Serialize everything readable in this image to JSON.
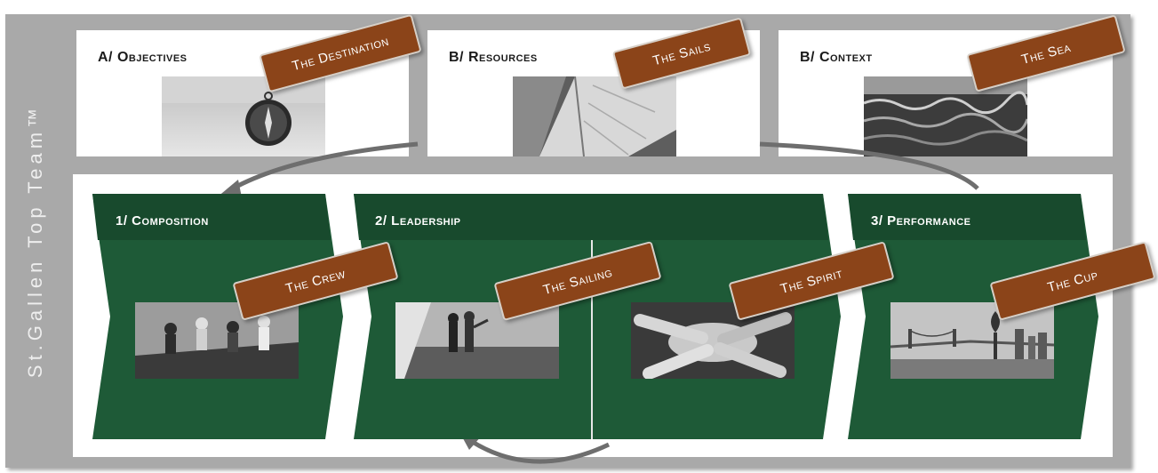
{
  "frame": {
    "vertical_title": "St.Gallen Top Team™"
  },
  "top": [
    {
      "label": "A/ Objectives",
      "tag": "The Destination"
    },
    {
      "label": "B/ Resources",
      "tag": "The Sails"
    },
    {
      "label": "B/ Context",
      "tag": "The Sea"
    }
  ],
  "stages": [
    {
      "label": "1/ Composition",
      "tag": "The Crew"
    },
    {
      "label": "2/ Leadership",
      "tag": "The Sailing"
    },
    {
      "label": "",
      "tag": "The Spirit"
    },
    {
      "label": "3/ Performance",
      "tag": "The Cup"
    }
  ],
  "colors": {
    "green": "#1e5a37",
    "dark_green": "#184a2d",
    "tag_brown": "#8b4419",
    "frame_gray": "#a9a9a9"
  },
  "icons": [
    "compass-photo",
    "sail-photo",
    "sea-photo",
    "crew-photo",
    "sailing-photo",
    "hands-photo",
    "cup-photo"
  ]
}
